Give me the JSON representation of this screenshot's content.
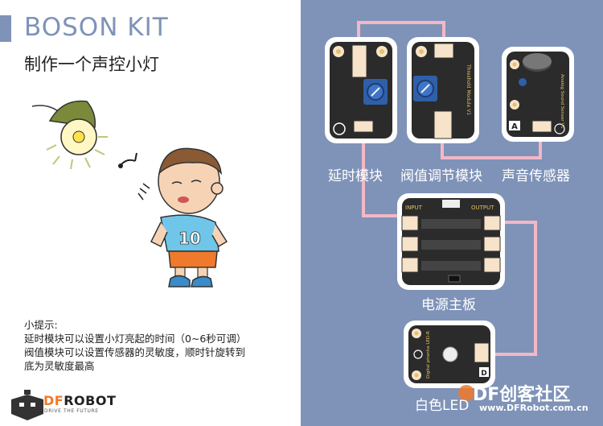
{
  "title": "BOSON KIT",
  "subtitle": "制作一个声控小灯",
  "tips": {
    "heading": "小提示:",
    "lines": [
      "延时模块可以设置小灯亮起的时间（0~6秒可调）",
      "阀值模块可以设置传感器的灵敏度，顺时针旋转到",
      "底为灵敏度最高"
    ]
  },
  "character": {
    "shirt_number": "10"
  },
  "logo": {
    "name_df": "DF",
    "name_rest": "ROBOT",
    "slogan": "DRIVE THE FUTURE"
  },
  "modules": {
    "delay": {
      "label": "延时模块"
    },
    "threshold": {
      "label": "阀值调节模块",
      "pcb_text": "Threshold Module V1"
    },
    "sound": {
      "label": "声音传感器",
      "pcb_text": "Analog Sound Sensor V1",
      "port": "A"
    },
    "power": {
      "label": "电源主板",
      "input": "INPUT",
      "output": "OUTPUT"
    },
    "led": {
      "label": "白色LED",
      "pcb_text": "Digital piranha LED-R",
      "port": "D"
    }
  },
  "watermark": {
    "brand": "DF创客社区",
    "url": "www.DFRobot.com.cn"
  },
  "colors": {
    "accent": "#7f93b8",
    "wire": "#f2b8c6",
    "board": "#2b2b2b",
    "knob": "#2f5fa8",
    "connector": "#f7e3c9",
    "logo_orange": "#f0792c"
  }
}
